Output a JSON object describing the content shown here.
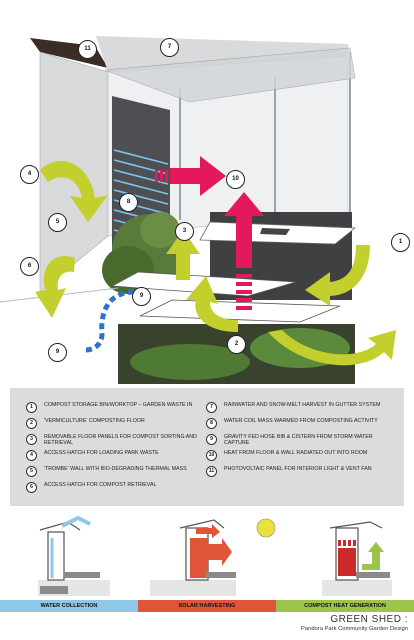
{
  "legend": {
    "left": [
      {
        "num": "1",
        "text": "COMPOST STORAGE BIN/WORKTOP – GARDEN WASTE IN"
      },
      {
        "num": "2",
        "text": "'VERMICULTURE' COMPOSTING FLOOR"
      },
      {
        "num": "3",
        "text": "REMOVABLE FLOOR PANELS FOR COMPOST SORTING AND RETRIEVAL"
      },
      {
        "num": "4",
        "text": "ACCESS HATCH FOR LOADING PARK WASTE"
      },
      {
        "num": "5",
        "text": "'TROMBE' WALL WITH BIO-DEGRADING THERMAL MASS"
      },
      {
        "num": "6",
        "text": "ACCESS HATCH FOR COMPOST RETRIEVAL"
      }
    ],
    "right": [
      {
        "num": "7",
        "text": "RAINWATER AND SNOW-MELT HARVEST IN GUTTER SYSTEM"
      },
      {
        "num": "8",
        "text": "WATER COIL MASS WARMED FROM COMPOSTING ACTIVITY"
      },
      {
        "num": "9",
        "text": "GRAVITY FED HOSE BIB & CISTERN FROM STORM WATER CAPTURE"
      },
      {
        "num": "10",
        "text": "HEAT FROM FLOOR & WALL RADIATED OUT INTO ROOM"
      },
      {
        "num": "11",
        "text": "PHOTOVOLTAIC PANEL FOR INTERIOR LIGHT & VENT FAN"
      }
    ]
  },
  "diagram_numbers": [
    {
      "num": "11"
    },
    {
      "num": "7"
    },
    {
      "num": "4"
    },
    {
      "num": "10"
    },
    {
      "num": "8"
    },
    {
      "num": "5"
    },
    {
      "num": "3"
    },
    {
      "num": "1"
    },
    {
      "num": "6"
    },
    {
      "num": "9"
    },
    {
      "num": "9"
    },
    {
      "num": "2"
    }
  ],
  "bands": [
    {
      "label": "WATER COLLECTION",
      "color": "#8fc7e8"
    },
    {
      "label": "SOLAR HARVESTING",
      "color": "#e0553a"
    },
    {
      "label": "COMPOST HEAT GENERATION",
      "color": "#9cc34a"
    }
  ],
  "colors": {
    "arrow_green": "#c3cf2c",
    "arrow_pink": "#e4195c",
    "water_blue": "#2f72c9",
    "frame_grey": "#d0d2d4"
  },
  "title": {
    "main": "GREEN SHED :",
    "sub": "Pandora Park Community Garden Design"
  }
}
